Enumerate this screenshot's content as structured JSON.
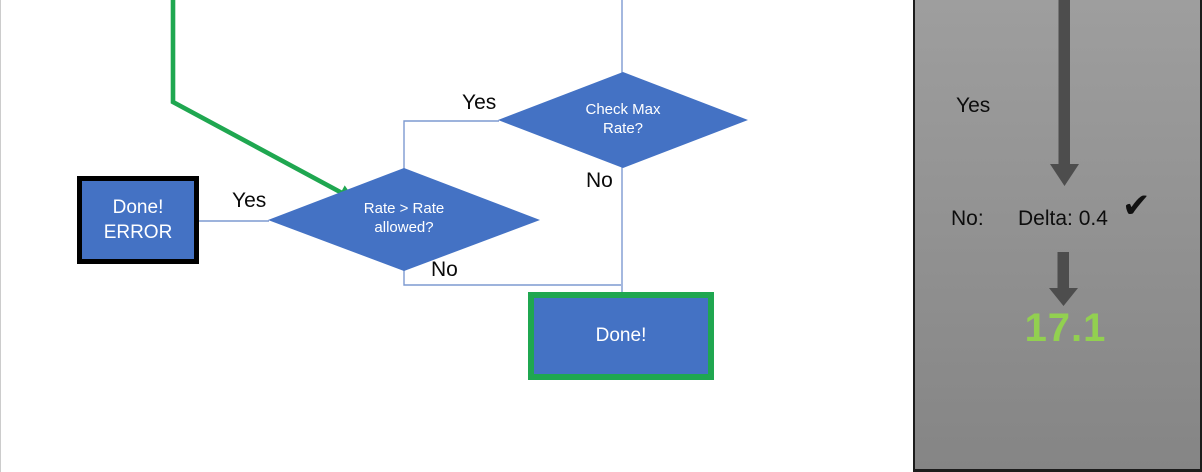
{
  "colors": {
    "shape_blue": "#4472c4",
    "connector_blue": "#7d9ad1",
    "accent_green": "#1fa750",
    "result_green": "#92d050",
    "panel_gray_top": "#9e9e9e",
    "panel_gray_bottom": "#858585",
    "panel_border": "#1c1c1c",
    "arrow_gray": "#4d4d4d",
    "box_border_black": "#000000"
  },
  "flowchart": {
    "check_max_decision": {
      "line1": "Check Max",
      "line2": "Rate?"
    },
    "rate_decision": {
      "line1": "Rate > Rate",
      "line2": "allowed?"
    },
    "error_terminal": {
      "line1": "Done!",
      "line2": "ERROR"
    },
    "done_terminal": {
      "label": "Done!"
    },
    "branch_labels": {
      "check_max_yes": "Yes",
      "check_max_no": "No",
      "rate_yes": "Yes",
      "rate_no": "No"
    }
  },
  "side_panel": {
    "yes_label": "Yes",
    "no_label": "No:",
    "delta_value": "Delta: 0.4",
    "checkmark": "✔",
    "result_value": "17.1"
  }
}
